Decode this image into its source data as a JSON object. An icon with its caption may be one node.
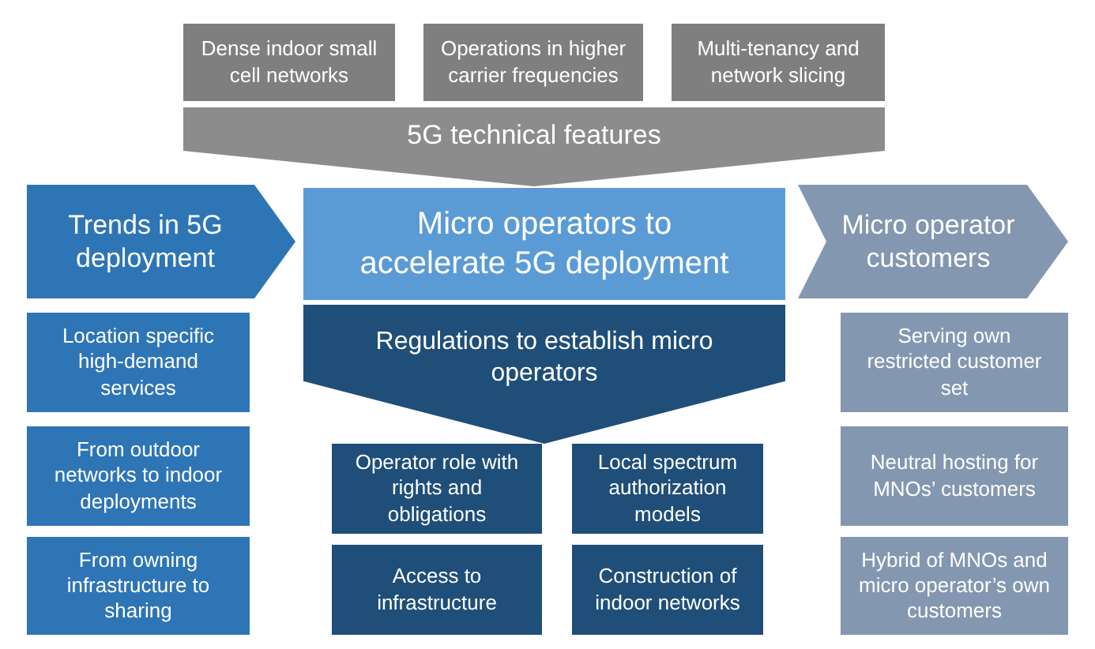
{
  "diagram": {
    "nodes": [
      {
        "text": [
          "Dense indoor small cell networks"
        ]
      },
      {
        "text": [
          "Operations in higher carrier frequencies"
        ]
      },
      {
        "text": [
          "Multi-tenancy and network slicing"
        ]
      },
      {
        "text": [
          "5G technical features"
        ]
      },
      {
        "text": [
          "Trends in 5G deployment"
        ]
      },
      {
        "text": [
          "Micro operators to accelerate 5G deployment"
        ]
      },
      {
        "text": [
          "Micro operator customers"
        ]
      },
      {
        "text": [
          "Location specific high-demand services"
        ]
      },
      {
        "text": [
          "From outdoor networks to indoor deployments"
        ]
      },
      {
        "text": [
          "From owning infrastructure to sharing"
        ]
      },
      {
        "text": [
          "Regulations to establish micro operators"
        ]
      },
      {
        "text": [
          "Operator role with rights and obligations"
        ]
      },
      {
        "text": [
          "Local spectrum authorization models"
        ]
      },
      {
        "text": [
          "Access to infrastructure"
        ]
      },
      {
        "text": [
          "Construction of indoor networks"
        ]
      },
      {
        "text": [
          "Serving own restricted customer set"
        ]
      },
      {
        "text": [
          "Neutral hosting for MNOs’ customers"
        ]
      },
      {
        "text": [
          "Hybrid of MNOs and micro operator’s own customers"
        ]
      }
    ]
  }
}
